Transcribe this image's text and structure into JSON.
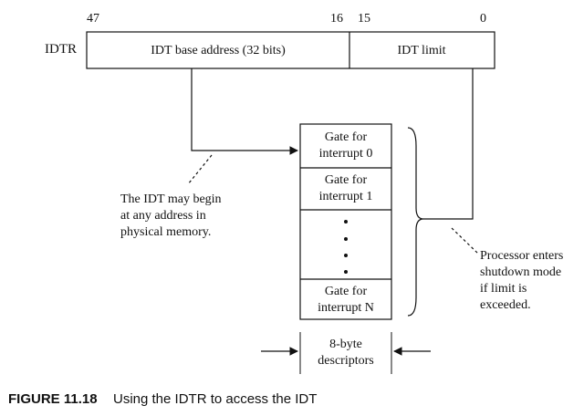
{
  "register": {
    "name": "IDTR",
    "bit_labels": [
      "47",
      "16",
      "15",
      "0"
    ],
    "base_field": "IDT base address (32 bits)",
    "limit_field": "IDT limit"
  },
  "table": {
    "entries": [
      {
        "line1": "Gate for",
        "line2": "interrupt 0"
      },
      {
        "line1": "Gate for",
        "line2": "interrupt 1"
      },
      {
        "line1": "Gate for",
        "line2": "interrupt N"
      }
    ],
    "width_label_line1": "8-byte",
    "width_label_line2": "descriptors"
  },
  "notes": {
    "begin": [
      "The IDT may begin",
      "at any address in",
      "physical memory."
    ],
    "shutdown": [
      "Processor enters",
      "shutdown mode",
      "if limit is",
      "exceeded."
    ]
  },
  "caption": {
    "number": "FIGURE 11.18",
    "text": "Using the IDTR to access the IDT"
  }
}
